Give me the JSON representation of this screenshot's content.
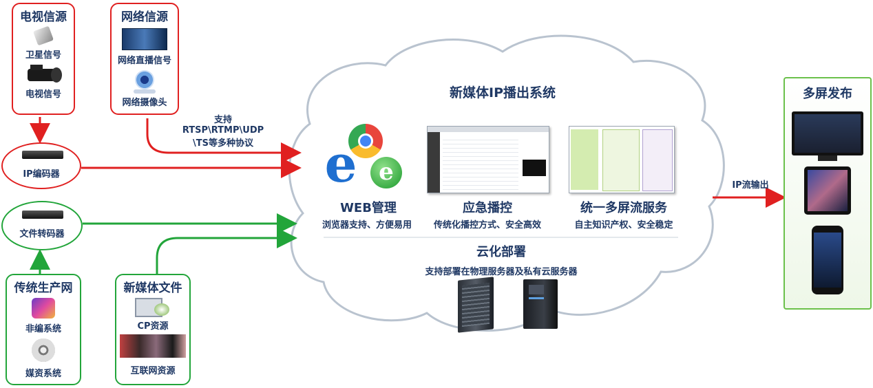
{
  "sources": {
    "tv": {
      "title": "电视信源",
      "satellite": "卫星信号",
      "tv_signal": "电视信号"
    },
    "network": {
      "title": "网络信源",
      "live": "网络直播信号",
      "camera": "网络摄像头"
    },
    "traditional": {
      "title": "传统生产网",
      "nonlinear": "非编系统",
      "media_asset": "媒资系统"
    },
    "newmedia": {
      "title": "新媒体文件",
      "cp": "CP资源",
      "internet": "互联网资源"
    }
  },
  "devices": {
    "encoder": "IP编码器",
    "transcoder": "文件转码器"
  },
  "protocol_note": {
    "line1": "支持",
    "line2": "RTSP\\RTMP\\UDP",
    "line3": "\\TS等多种协议"
  },
  "cloud": {
    "title": "新媒体IP播出系统",
    "web": {
      "title": "WEB管理",
      "desc": "浏览器支持、方便易用"
    },
    "emergency": {
      "title": "应急播控",
      "desc": "传统化播控方式、安全高效"
    },
    "multiscreen": {
      "title": "统一多屏流服务",
      "desc": "自主知识产权、安全稳定"
    },
    "deploy": {
      "title": "云化部署",
      "desc": "支持部署在物理服务器及私有云服务器"
    }
  },
  "output": {
    "label": "IP流输出",
    "panel_title": "多屏发布"
  },
  "colors": {
    "red": "#e02020",
    "green": "#22a53a",
    "navy": "#1f3864",
    "cloud_stroke": "#b9c3cf"
  }
}
